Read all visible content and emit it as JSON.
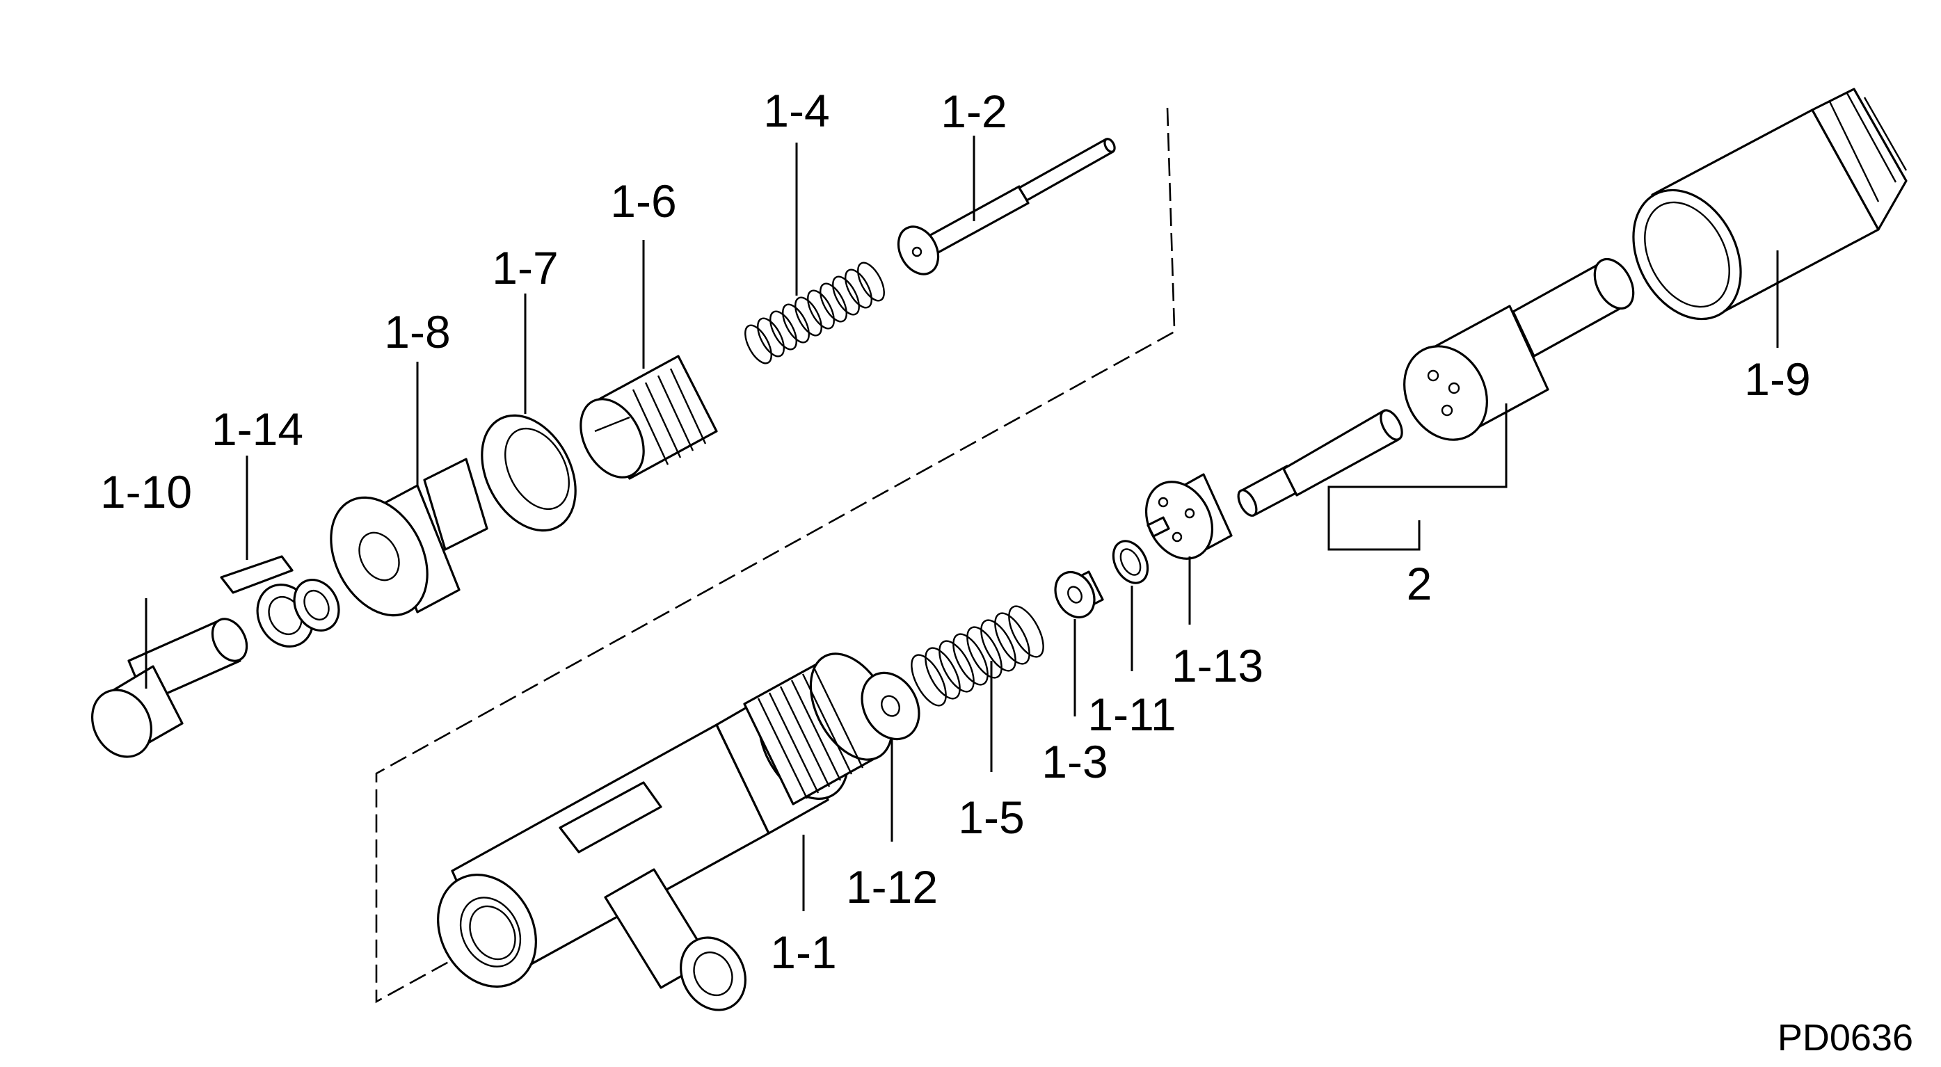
{
  "callouts": {
    "p1_1": "1-1",
    "p1_2": "1-2",
    "p1_3": "1-3",
    "p1_4": "1-4",
    "p1_5": "1-5",
    "p1_6": "1-6",
    "p1_7": "1-7",
    "p1_8": "1-8",
    "p1_9": "1-9",
    "p1_10": "1-10",
    "p1_11": "1-11",
    "p1_12": "1-12",
    "p1_13": "1-13",
    "p1_14": "1-14",
    "p2": "2"
  },
  "drawing_code": "PD0636"
}
